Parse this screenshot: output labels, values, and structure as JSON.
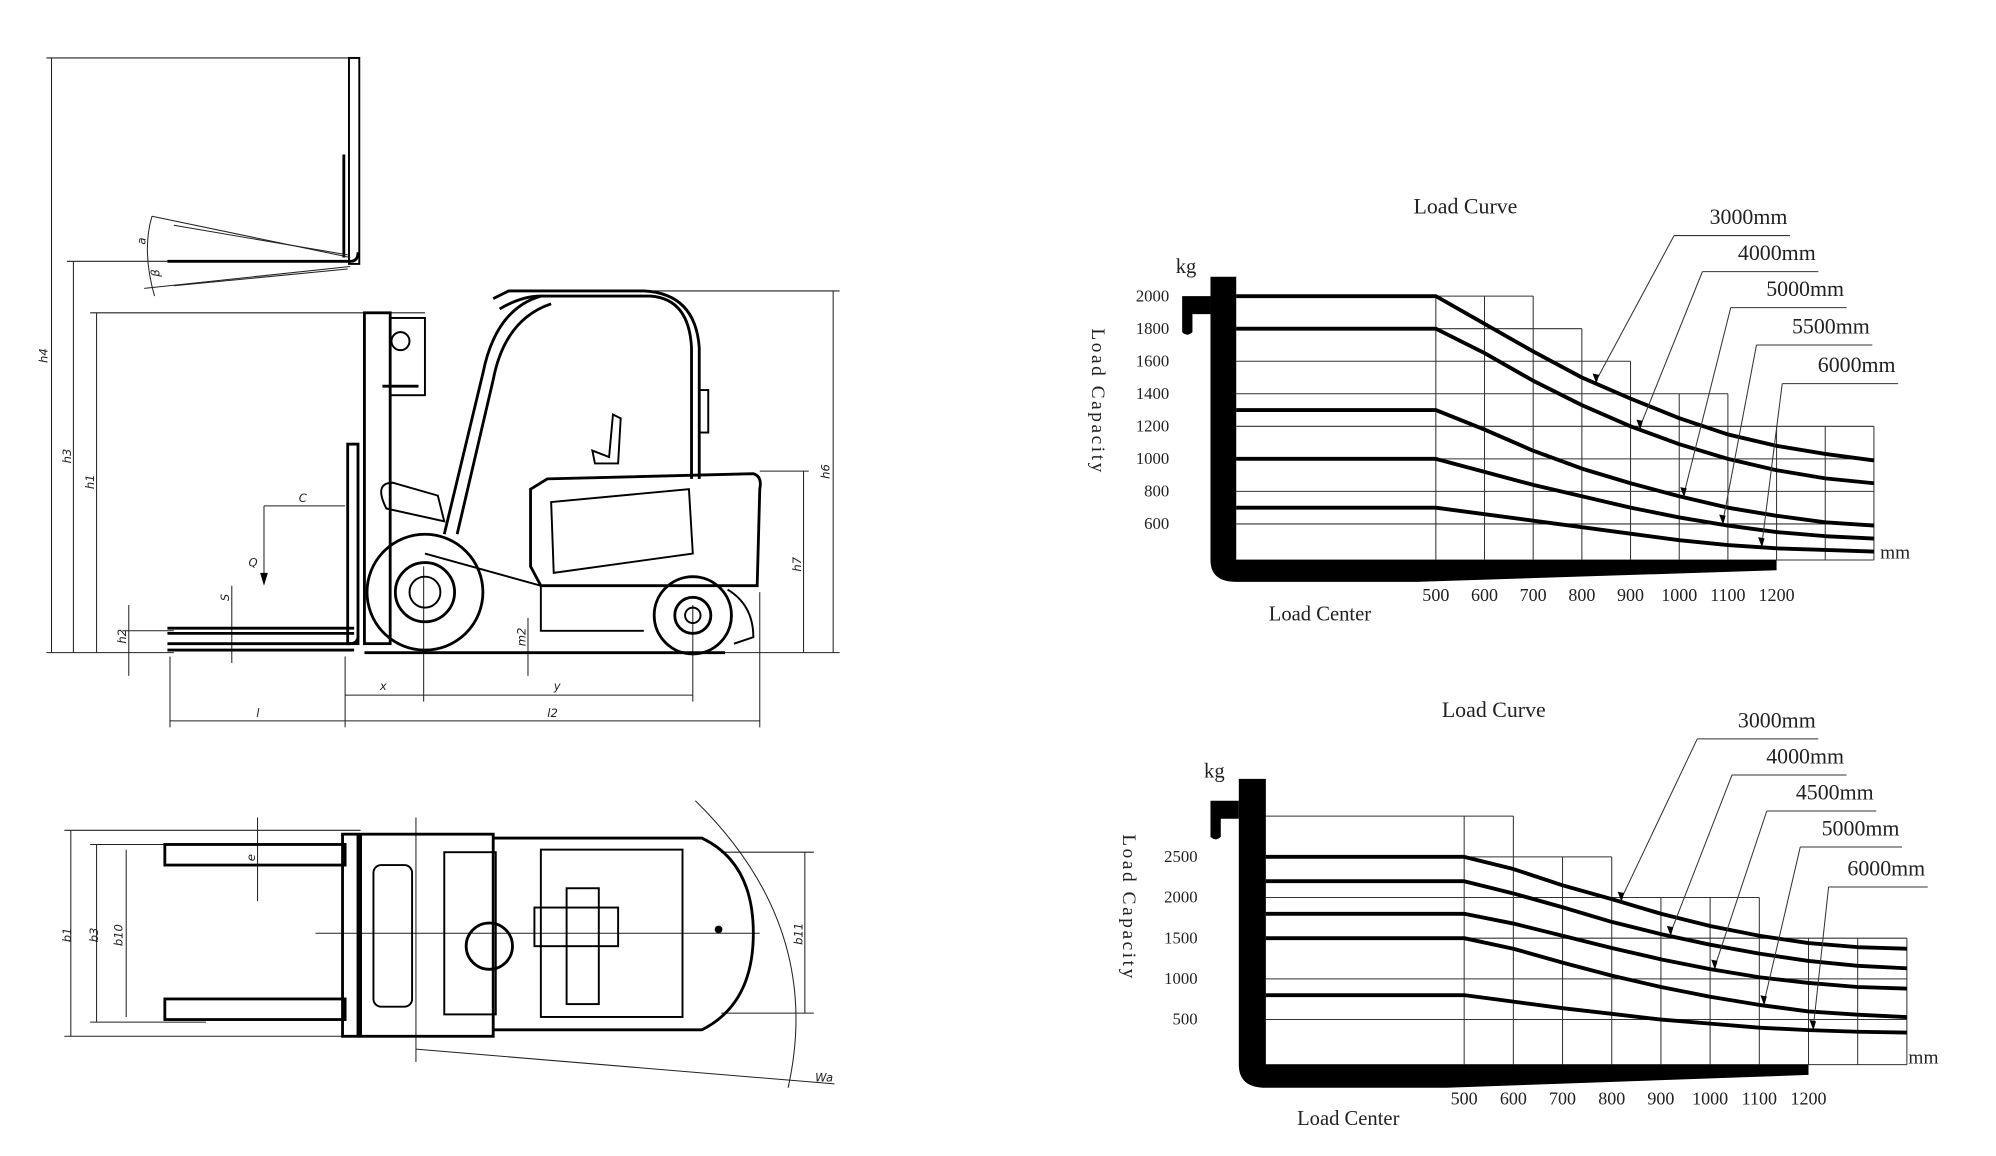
{
  "side_view": {
    "labels": {
      "h4": "h4",
      "h3": "h3",
      "h1": "h1",
      "h2": "h2",
      "s": "S",
      "c": "C",
      "q": "Q",
      "alpha": "a",
      "beta": "β",
      "x": "x",
      "y": "y",
      "l": "l",
      "l2": "l2",
      "m2": "m2",
      "h6": "h6",
      "h7": "h7"
    }
  },
  "top_view": {
    "labels": {
      "b1": "b1",
      "b3": "b3",
      "b10": "b10",
      "e": "e",
      "b11": "b11",
      "wa": "Wa"
    }
  },
  "chart_data": [
    {
      "type": "line",
      "title": "Load Curve",
      "xlabel": "Load Center",
      "ylabel": "Load Capacity",
      "x_unit": "mm",
      "y_unit": "kg",
      "x_ticks": [
        500,
        600,
        700,
        800,
        900,
        1000,
        1100,
        1200
      ],
      "y_ticks": [
        600,
        800,
        1000,
        1200,
        1400,
        1600,
        1800,
        2000
      ],
      "x": [
        500,
        600,
        700,
        800,
        900,
        1000,
        1100,
        1200,
        1300,
        1400
      ],
      "grid_rows": [
        {
          "kg": 2000,
          "to": 700
        },
        {
          "kg": 1800,
          "to": 800
        },
        {
          "kg": 1600,
          "to": 900
        },
        {
          "kg": 1400,
          "to": 1100
        },
        {
          "kg": 1200,
          "to": 1400
        },
        {
          "kg": 1000,
          "to": 1400
        },
        {
          "kg": 800,
          "to": 1400
        },
        {
          "kg": 600,
          "to": 1400
        }
      ],
      "series": [
        {
          "name": "3000mm",
          "values": [
            2000,
            1830,
            1660,
            1500,
            1370,
            1250,
            1150,
            1080,
            1030,
            990
          ],
          "arrow_at": 830
        },
        {
          "name": "4000mm",
          "values": [
            1800,
            1650,
            1480,
            1330,
            1200,
            1090,
            1000,
            930,
            880,
            850
          ],
          "arrow_at": 920
        },
        {
          "name": "5000mm",
          "values": [
            1300,
            1180,
            1050,
            940,
            850,
            770,
            700,
            650,
            610,
            590
          ],
          "arrow_at": 1010
        },
        {
          "name": "5500mm",
          "values": [
            1000,
            920,
            840,
            770,
            700,
            640,
            590,
            550,
            525,
            510
          ],
          "arrow_at": 1090
        },
        {
          "name": "6000mm",
          "values": [
            700,
            660,
            620,
            580,
            540,
            500,
            470,
            450,
            440,
            430
          ],
          "arrow_at": 1170
        }
      ]
    },
    {
      "type": "line",
      "title": "Load Curve",
      "xlabel": "Load Center",
      "ylabel": "Load Capacity",
      "x_unit": "mm",
      "y_unit": "kg",
      "x_ticks": [
        500,
        600,
        700,
        800,
        900,
        1000,
        1100,
        1200
      ],
      "y_ticks": [
        500,
        1000,
        1500,
        2000,
        2500
      ],
      "x": [
        500,
        600,
        700,
        800,
        900,
        1000,
        1100,
        1200,
        1300,
        1400
      ],
      "grid_rows": [
        {
          "kg": 3000,
          "to": 600
        },
        {
          "kg": 2500,
          "to": 800
        },
        {
          "kg": 2000,
          "to": 1100
        },
        {
          "kg": 1500,
          "to": 1400
        },
        {
          "kg": 1000,
          "to": 1400
        },
        {
          "kg": 500,
          "to": 1400
        }
      ],
      "series": [
        {
          "name": "3000mm",
          "values": [
            2500,
            2350,
            2150,
            1980,
            1800,
            1650,
            1530,
            1440,
            1390,
            1370
          ],
          "arrow_at": 820
        },
        {
          "name": "4000mm",
          "values": [
            2200,
            2050,
            1880,
            1700,
            1550,
            1420,
            1310,
            1220,
            1160,
            1130
          ],
          "arrow_at": 920
        },
        {
          "name": "4500mm",
          "values": [
            1800,
            1680,
            1530,
            1380,
            1240,
            1120,
            1020,
            950,
            900,
            880
          ],
          "arrow_at": 1010
        },
        {
          "name": "5000mm",
          "values": [
            1500,
            1370,
            1200,
            1040,
            900,
            780,
            680,
            600,
            560,
            530
          ],
          "arrow_at": 1110
        },
        {
          "name": "6000mm",
          "values": [
            800,
            720,
            640,
            570,
            500,
            450,
            400,
            370,
            350,
            340
          ],
          "arrow_at": 1210
        }
      ]
    }
  ]
}
